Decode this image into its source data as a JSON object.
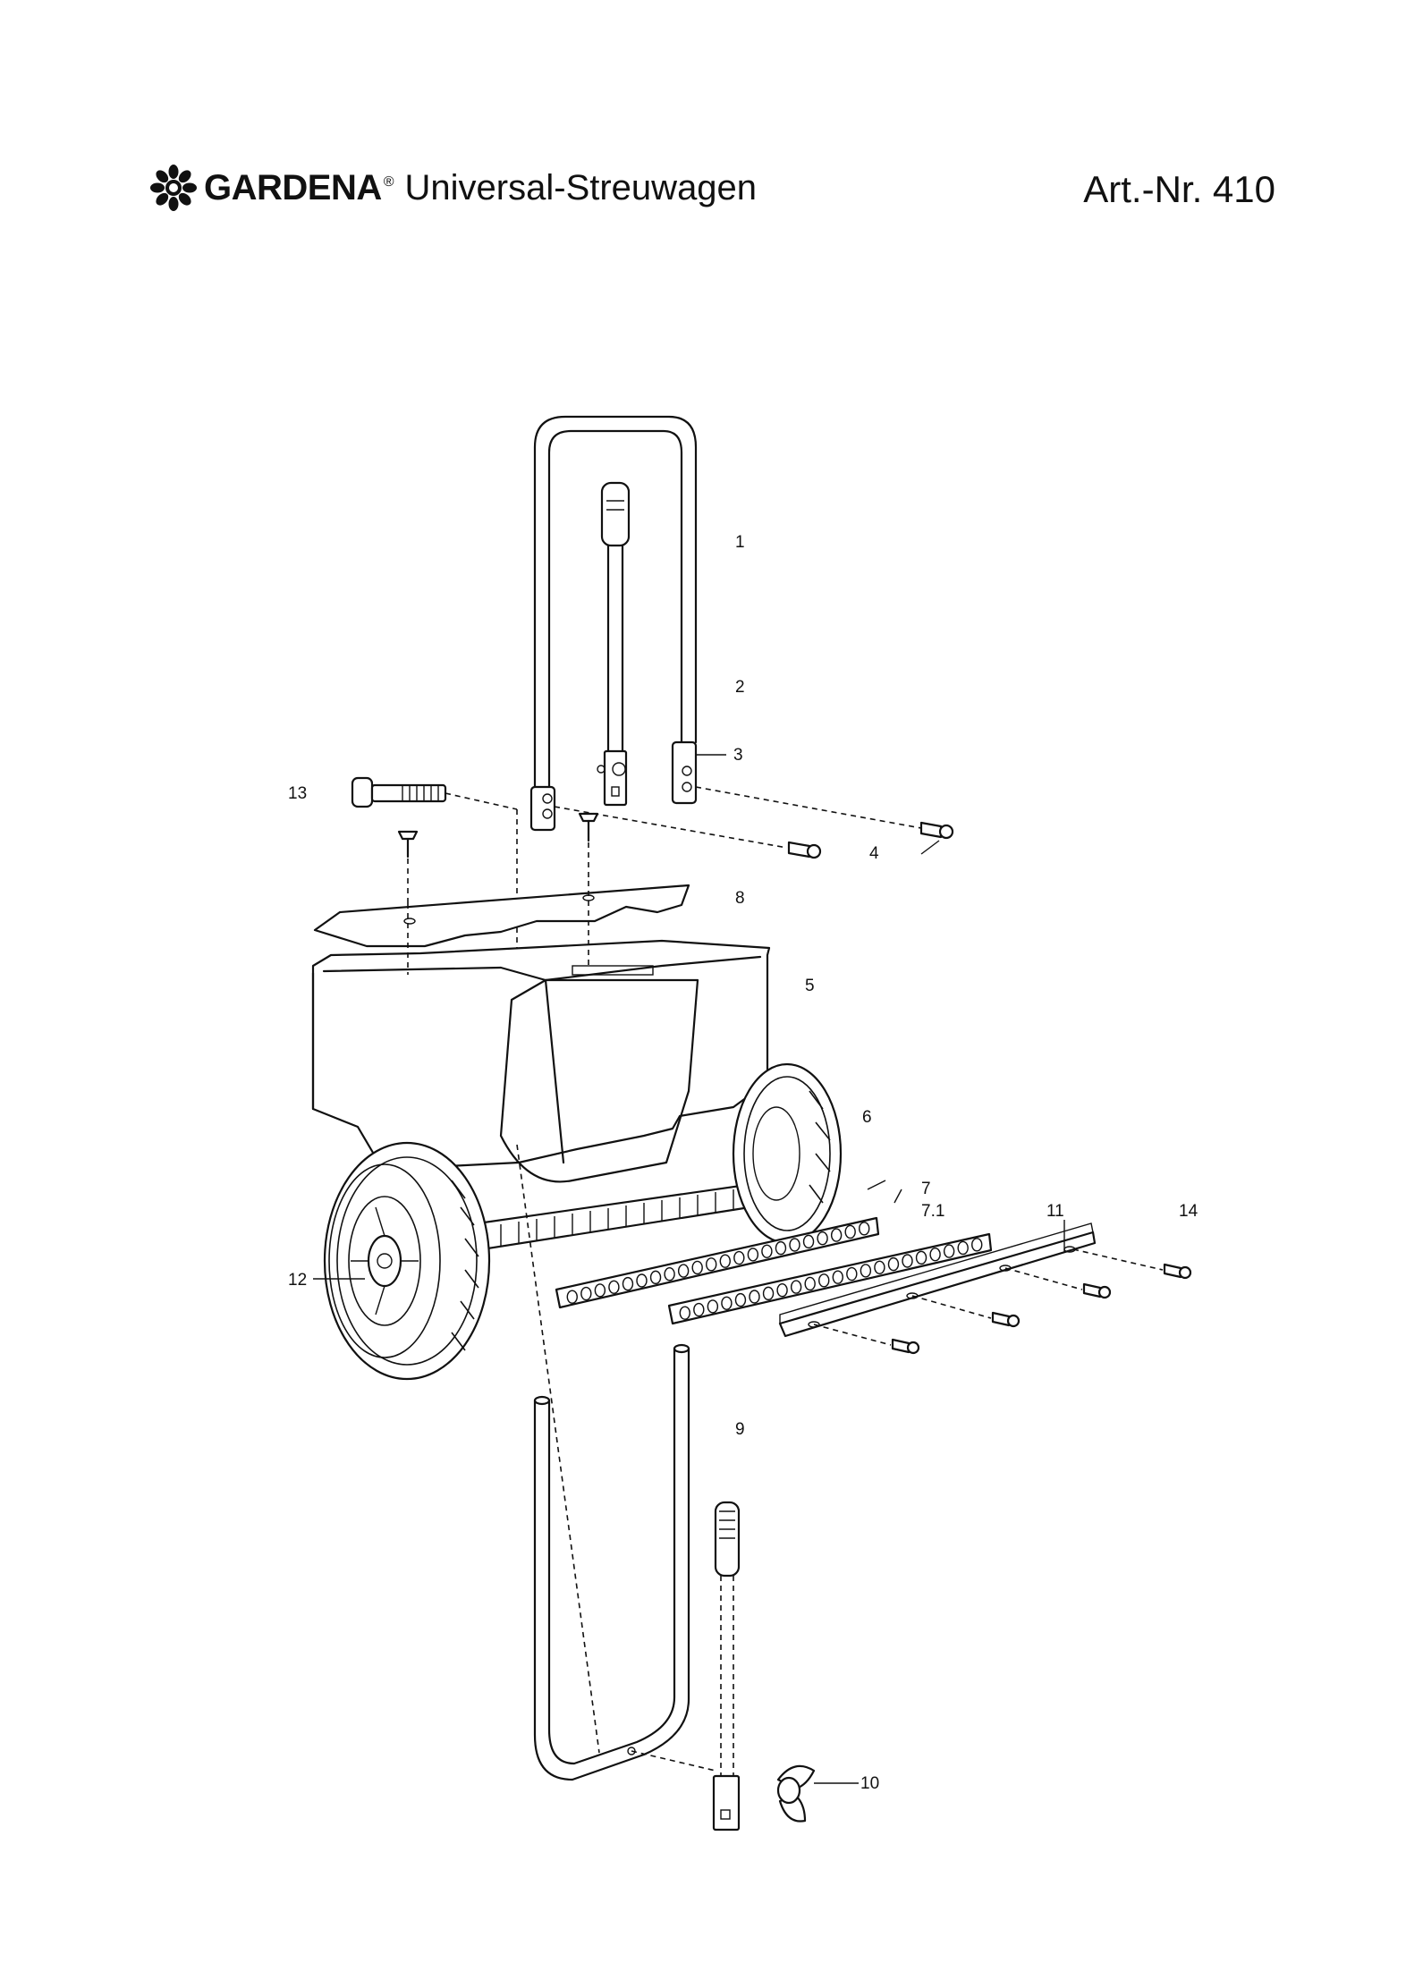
{
  "header": {
    "brand": "GARDENA",
    "brand_registered": "®",
    "product": "Universal-Streuwagen",
    "article_number": "Art.-Nr. 410"
  },
  "diagram": {
    "callouts": [
      {
        "id": "c1",
        "label": "1"
      },
      {
        "id": "c2",
        "label": "2"
      },
      {
        "id": "c3",
        "label": "3"
      },
      {
        "id": "c4",
        "label": "4"
      },
      {
        "id": "c5",
        "label": "5"
      },
      {
        "id": "c6",
        "label": "6"
      },
      {
        "id": "c7",
        "label": "7"
      },
      {
        "id": "c71",
        "label": "7.1"
      },
      {
        "id": "c8",
        "label": "8"
      },
      {
        "id": "c9",
        "label": "9"
      },
      {
        "id": "c10",
        "label": "10"
      },
      {
        "id": "c11",
        "label": "11"
      },
      {
        "id": "c12",
        "label": "12"
      },
      {
        "id": "c13",
        "label": "13"
      },
      {
        "id": "c14",
        "label": "14"
      }
    ]
  }
}
